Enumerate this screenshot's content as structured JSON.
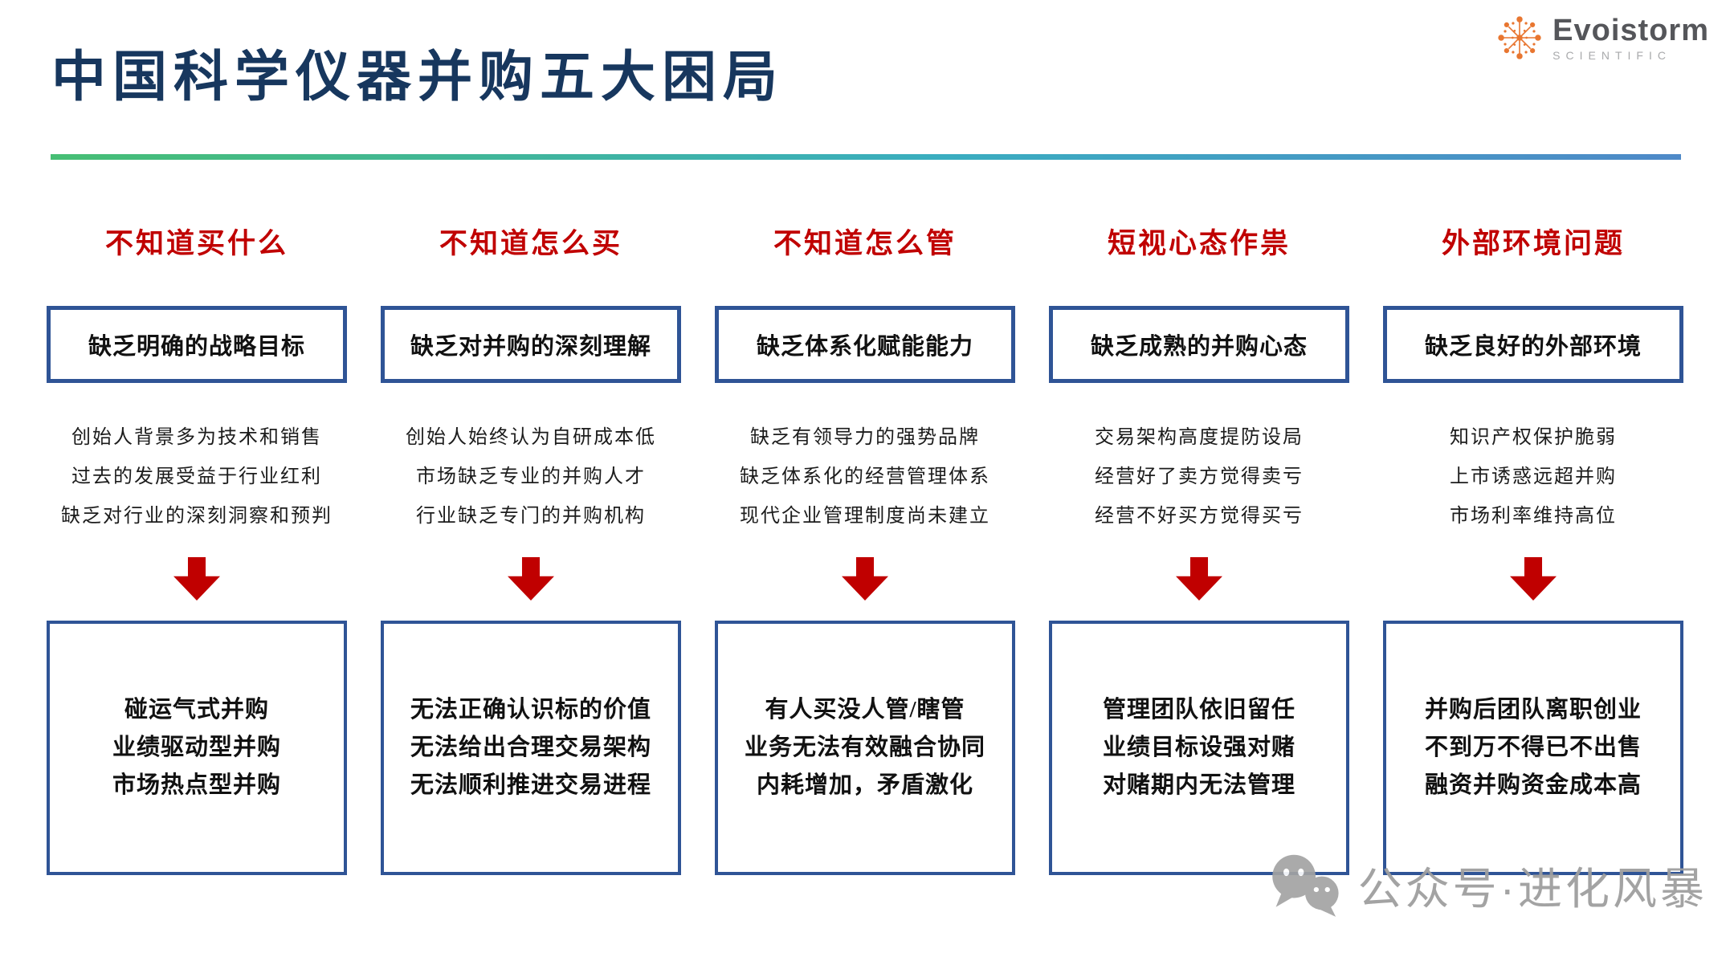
{
  "title": "中国科学仪器并购五大困局",
  "logo": {
    "name": "Evoistorm",
    "subtitle": "SCIENTIFIC",
    "icon": "starburst-icon",
    "color_orange": "#E87630",
    "color_name_gray": "#55565A"
  },
  "colors": {
    "title_navy": "#17375E",
    "header_red": "#C00000",
    "arrow_red": "#C00000",
    "box_border_blue": "#2F5496",
    "divider_gradient": [
      "#46BE74",
      "#3AADC0",
      "#4E89C8"
    ],
    "watermark_gray": "#9E9E9E"
  },
  "columns": [
    {
      "header": "不知道买什么",
      "problem": "缺乏明确的战略目标",
      "causes": [
        "创始人背景多为技术和销售",
        "过去的发展受益于行业红利",
        "缺乏对行业的深刻洞察和预判"
      ],
      "arrow": "arrow-down-icon",
      "outcomes": [
        "碰运气式并购",
        "业绩驱动型并购",
        "市场热点型并购"
      ]
    },
    {
      "header": "不知道怎么买",
      "problem": "缺乏对并购的深刻理解",
      "causes": [
        "创始人始终认为自研成本低",
        "市场缺乏专业的并购人才",
        "行业缺乏专门的并购机构"
      ],
      "arrow": "arrow-down-icon",
      "outcomes": [
        "无法正确认识标的价值",
        "无法给出合理交易架构",
        "无法顺利推进交易进程"
      ]
    },
    {
      "header": "不知道怎么管",
      "problem": "缺乏体系化赋能能力",
      "causes": [
        "缺乏有领导力的强势品牌",
        "缺乏体系化的经营管理体系",
        "现代企业管理制度尚未建立"
      ],
      "arrow": "arrow-down-icon",
      "outcomes": [
        "有人买没人管/瞎管",
        "业务无法有效融合协同",
        "内耗增加，矛盾激化"
      ]
    },
    {
      "header": "短视心态作祟",
      "problem": "缺乏成熟的并购心态",
      "causes": [
        "交易架构高度提防设局",
        "经营好了卖方觉得卖亏",
        "经营不好买方觉得买亏"
      ],
      "arrow": "arrow-down-icon",
      "outcomes": [
        "管理团队依旧留任",
        "业绩目标设强对赌",
        "对赌期内无法管理"
      ]
    },
    {
      "header": "外部环境问题",
      "problem": "缺乏良好的外部环境",
      "causes": [
        "知识产权保护脆弱",
        "上市诱惑远超并购",
        "市场利率维持高位"
      ],
      "arrow": "arrow-down-icon",
      "outcomes": [
        "并购后团队离职创业",
        "不到万不得已不出售",
        "融资并购资金成本高"
      ]
    }
  ],
  "watermark": {
    "icon": "wechat-icon",
    "text": "公众号·进化风暴"
  }
}
